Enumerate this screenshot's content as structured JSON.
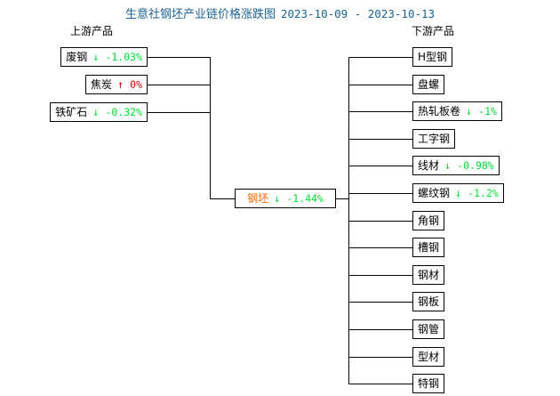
{
  "title": {
    "main": "生意社钢坯产业链价格涨跌图",
    "date_range": "2023-10-09 - 2023-10-13",
    "color": "#1a6496"
  },
  "columns": {
    "upstream_label": "上游产品",
    "downstream_label": "下游产品"
  },
  "colors": {
    "up": "#dd0000",
    "down": "#00dd33",
    "center_name": "#ff6600",
    "line": "#000000"
  },
  "icons": {
    "down_arrow": "↓",
    "up_arrow": "↑"
  },
  "center": {
    "name": "钢坯",
    "arrow": "↓",
    "change": "-1.44%",
    "direction": "down"
  },
  "upstream": [
    {
      "name": "废钢",
      "arrow": "↓",
      "change": "-1.03%",
      "direction": "down"
    },
    {
      "name": "焦炭",
      "arrow": "↑",
      "change": "0%",
      "direction": "up"
    },
    {
      "name": "铁矿石",
      "arrow": "↓",
      "change": "-0.32%",
      "direction": "down"
    }
  ],
  "downstream": [
    {
      "name": "H型钢",
      "arrow": "",
      "change": "",
      "direction": "none"
    },
    {
      "name": "盘螺",
      "arrow": "",
      "change": "",
      "direction": "none"
    },
    {
      "name": "热轧板卷",
      "arrow": "↓",
      "change": "-1%",
      "direction": "down"
    },
    {
      "name": "工字钢",
      "arrow": "",
      "change": "",
      "direction": "none"
    },
    {
      "name": "线材",
      "arrow": "↓",
      "change": "-0.98%",
      "direction": "down"
    },
    {
      "name": "螺纹钢",
      "arrow": "↓",
      "change": "-1.2%",
      "direction": "down"
    },
    {
      "name": "角钢",
      "arrow": "",
      "change": "",
      "direction": "none"
    },
    {
      "name": "槽钢",
      "arrow": "",
      "change": "",
      "direction": "none"
    },
    {
      "name": "钢材",
      "arrow": "",
      "change": "",
      "direction": "none"
    },
    {
      "name": "钢板",
      "arrow": "",
      "change": "",
      "direction": "none"
    },
    {
      "name": "钢管",
      "arrow": "",
      "change": "",
      "direction": "none"
    },
    {
      "name": "型材",
      "arrow": "",
      "change": "",
      "direction": "none"
    },
    {
      "name": "特钢",
      "arrow": "",
      "change": "",
      "direction": "none"
    }
  ]
}
